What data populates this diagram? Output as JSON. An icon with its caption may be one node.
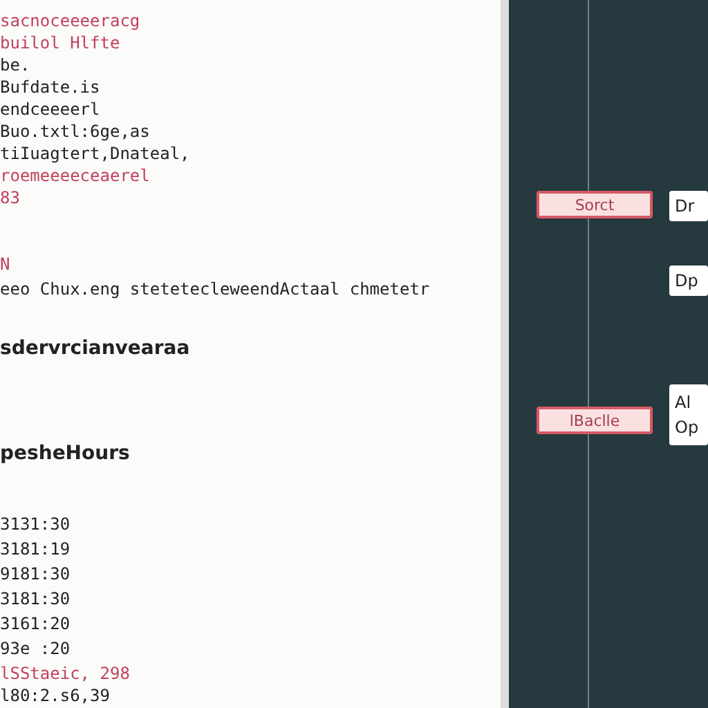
{
  "diagram": {
    "nodes": [
      {
        "text": [
          "Sorct"
        ]
      },
      {
        "text": [
          "lBaclle"
        ]
      },
      {
        "text": [
          "Dr"
        ]
      },
      {
        "text": [
          "Dp"
        ]
      },
      {
        "text": [
          "Al",
          "Op"
        ]
      }
    ],
    "labels": [
      "sacnoceeeeracg",
      "builol   Hlfte",
      "be.",
      "Bufdate.is",
      "endceeeerl",
      "Buo.txtl:6ge,as",
      "tiIuagtert,Dnateal,",
      "roemeeeeceaerel",
      "83",
      "N",
      "eeo Chux.eng stetetecleweendActaal chmetetr",
      "sdervrcianvearaa",
      "pesheHours",
      "3131:30",
      "3181:19",
      "9181:30",
      "3181:30",
      "3161:20",
      "93e :20",
      "lSStaeic, 298",
      "l80:2.s6,39"
    ]
  }
}
